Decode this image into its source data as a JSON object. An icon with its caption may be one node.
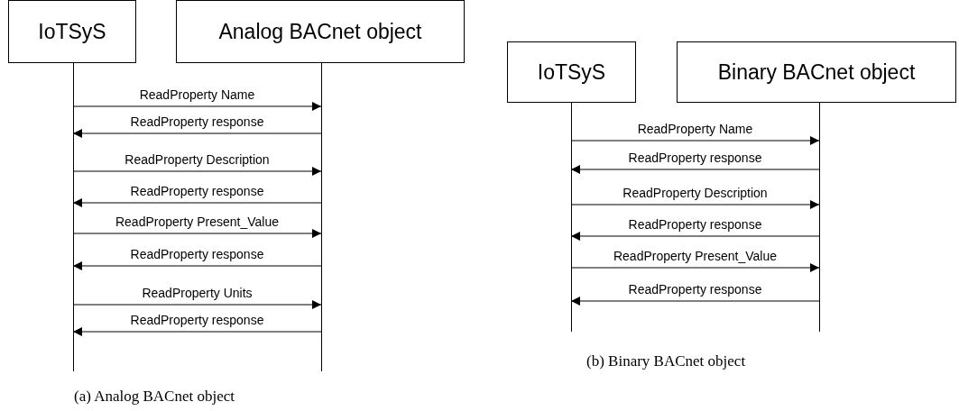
{
  "diagram": {
    "nodes": [
      {
        "text": [
          "IoTSyS"
        ]
      },
      {
        "text": [
          "Analog BACnet object"
        ]
      },
      {
        "text": [
          "IoTSyS"
        ]
      },
      {
        "text": [
          "Binary BACnet object"
        ]
      }
    ],
    "edges": [
      {
        "from": 0,
        "to": 1,
        "arrow": "to",
        "label": "ReadProperty Name"
      },
      {
        "from": 1,
        "to": 0,
        "arrow": "to",
        "label": "ReadProperty response"
      },
      {
        "from": 0,
        "to": 1,
        "arrow": "to",
        "label": "ReadProperty Description"
      },
      {
        "from": 1,
        "to": 0,
        "arrow": "to",
        "label": "ReadProperty response"
      },
      {
        "from": 0,
        "to": 1,
        "arrow": "to",
        "label": "ReadProperty Present_Value"
      },
      {
        "from": 1,
        "to": 0,
        "arrow": "to",
        "label": "ReadProperty response"
      },
      {
        "from": 0,
        "to": 1,
        "arrow": "to",
        "label": "ReadProperty Units"
      },
      {
        "from": 1,
        "to": 0,
        "arrow": "to",
        "label": "ReadProperty response"
      },
      {
        "from": 2,
        "to": 3,
        "arrow": "to",
        "label": "ReadProperty Name"
      },
      {
        "from": 3,
        "to": 2,
        "arrow": "to",
        "label": "ReadProperty response"
      },
      {
        "from": 2,
        "to": 3,
        "arrow": "to",
        "label": "ReadProperty Description"
      },
      {
        "from": 3,
        "to": 2,
        "arrow": "to",
        "label": "ReadProperty response"
      },
      {
        "from": 2,
        "to": 3,
        "arrow": "to",
        "label": "ReadProperty Present_Value"
      },
      {
        "from": 3,
        "to": 2,
        "arrow": "to",
        "label": "ReadProperty response"
      }
    ],
    "labels": [
      "(a) Analog BACnet object",
      "(b) Binary BACnet object"
    ]
  }
}
